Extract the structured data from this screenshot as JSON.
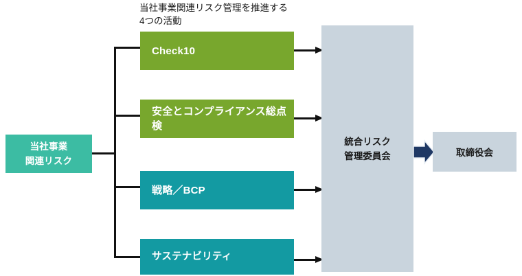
{
  "diagram": {
    "heading": "当社事業関連リスク管理を推進する\n4つの活動",
    "source": {
      "label": "当社事業\n関連リスク",
      "color": "#3cbca3"
    },
    "activities": [
      {
        "label": "Check10",
        "color": "#78a72d",
        "theme": "green"
      },
      {
        "label": "安全とコンプライアンス総点検",
        "color": "#78a72d",
        "theme": "green"
      },
      {
        "label": "戦略／BCP",
        "color": "#139aa2",
        "theme": "teal"
      },
      {
        "label": "サステナビリティ",
        "color": "#139aa2",
        "theme": "teal"
      }
    ],
    "committee": {
      "label": "統合リスク\n管理委員会",
      "color": "#c9d4dd"
    },
    "board": {
      "label": "取締役会",
      "color": "#c9d4dd"
    },
    "connector_color": "#111111",
    "block_arrow_color": "#1f3864"
  }
}
